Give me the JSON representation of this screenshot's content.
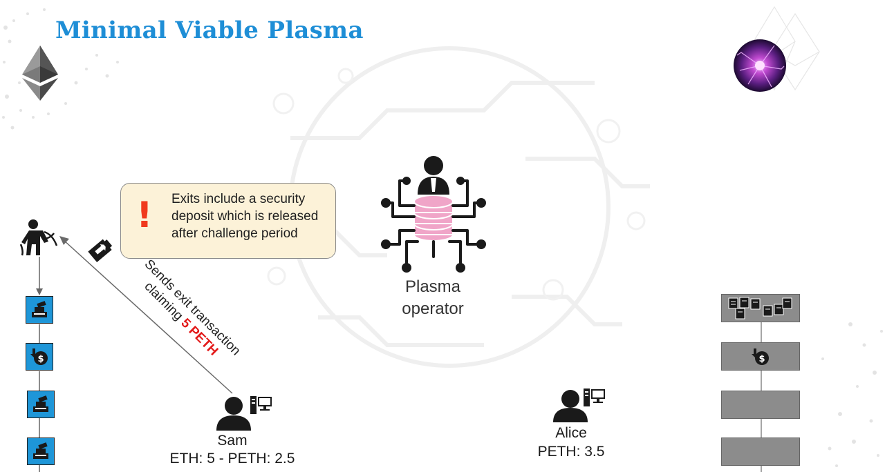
{
  "title": "Minimal Viable Plasma",
  "callout": {
    "icon": "exclamation-icon",
    "text": "Exits include a security deposit which is released after challenge period"
  },
  "operator": {
    "label_line1": "Plasma",
    "label_line2": "operator",
    "icon": "operator-database-icon"
  },
  "exit_arrow": {
    "label_line1": "Sends exit transaction",
    "label_line2_prefix": "claiming ",
    "label_line2_highlight": "5 PETH"
  },
  "sam": {
    "name": "Sam",
    "balance": "ETH: 5 - PETH: 2.5"
  },
  "alice": {
    "name": "Alice",
    "balance": "PETH: 3.5"
  },
  "main_chain": {
    "blocks": [
      {
        "icon": "cash-register-icon"
      },
      {
        "icon": "dollar-deposit-icon"
      },
      {
        "icon": "cash-register-icon"
      },
      {
        "icon": "cash-register-icon"
      }
    ]
  },
  "plasma_chain": {
    "blocks": [
      {
        "icon": "documents-icon"
      },
      {
        "icon": "dollar-deposit-icon"
      },
      {
        "icon": ""
      },
      {
        "icon": ""
      }
    ]
  },
  "colors": {
    "title": "#1E8ED6",
    "main_block": "#1E96D8",
    "plasma_block": "#8C8C8C",
    "callout_bg": "#FCF2D8",
    "highlight": "#E31B1B"
  }
}
